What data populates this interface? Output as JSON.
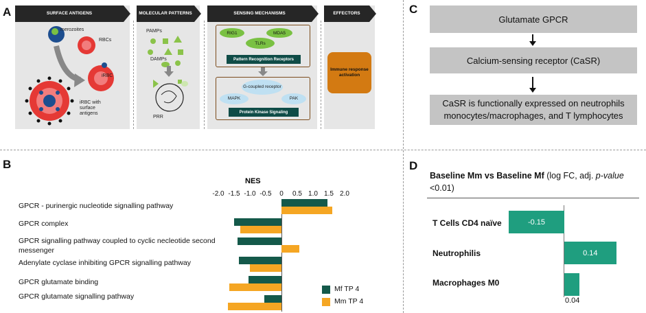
{
  "colors": {
    "mf": "#14594a",
    "mm": "#f5a623",
    "d_bar": "#1f9e7f",
    "c_box": "#c4c4c4",
    "header": "#262626",
    "pill_green": "#7ac143",
    "dark_teal": "#0f4c47",
    "effector": "#d37a12"
  },
  "panel_labels": {
    "a": "A",
    "b": "B",
    "c": "C",
    "d": "D"
  },
  "panel_a": {
    "headers": [
      "SURFACE ANTIGENS",
      "MOLECULAR PATTERNS",
      "SENSING MECHANISMS",
      "EFFECTORS"
    ],
    "merozoites": "merozoites",
    "rbcs": "RBCs",
    "irbc": "iRBC",
    "irbc_surface": "iRBC with surface antigens",
    "pamps": "PAMPs",
    "damps": "DAMPs",
    "prr": "PRR",
    "rig1": "RIG1",
    "mda5": "MDA5",
    "tlrs": "TLRs",
    "prr_full": "Pattern Recognition Receptors",
    "g_coupled": "G-coupled receptor",
    "mapk": "MAPK",
    "pak": "PAK",
    "pks": "Protein Kinase Signaling",
    "effector_box": "Immune response activation"
  },
  "panel_c": {
    "boxes": [
      "Glutamate GPCR",
      "Calcium-sensing receptor (CaSR)",
      "CaSR is functionally expressed on neutrophils monocytes/macrophages, and T lymphocytes"
    ]
  },
  "panel_b": {
    "title": "NES",
    "ticks": [
      "-2.0",
      "-1.5",
      "-1.0",
      "-0.5",
      "0",
      "0.5",
      "1.0",
      "1.5",
      "2.0"
    ],
    "rows": [
      {
        "label": "GPCR -  purinergic nucleotide signalling pathway",
        "mf": 1.45,
        "mm": 1.6
      },
      {
        "label": "GPCR complex",
        "mf": -1.5,
        "mm": -1.3
      },
      {
        "label": "GPCR signalling pathway coupled to cyclic necleotide second messenger",
        "mf": -1.4,
        "mm": 0.57
      },
      {
        "label": "Adenylate cyclase inhibiting GPCR signalling pathway",
        "mf": -1.35,
        "mm": -1.0
      },
      {
        "label": "GPCR glutamate binding",
        "mf": -1.05,
        "mm": -1.65
      },
      {
        "label": "GPCR glutamate signalling pathway",
        "mf": -0.55,
        "mm": -1.7
      }
    ],
    "legend": [
      "Mf TP 4",
      "Mm TP 4"
    ]
  },
  "panel_d": {
    "title_bold": "Baseline Mm vs Baseline Mf",
    "title_rest": "(log FC, adj. ",
    "title_italic": "p-value",
    "title_end": " <0.01)",
    "rows": [
      {
        "label": "T Cells CD4 naïve",
        "value": -0.15,
        "text": "-0.15"
      },
      {
        "label": "Neutrophilis",
        "value": 0.14,
        "text": "0.14"
      },
      {
        "label": "Macrophages M0",
        "value": 0.04,
        "text": "0.04"
      }
    ]
  }
}
